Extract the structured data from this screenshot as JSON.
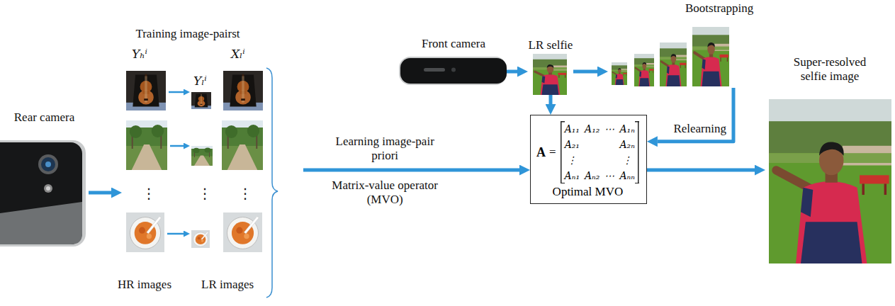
{
  "diagram": {
    "nodes": [
      {
        "text": [
          "Rear camera"
        ]
      },
      {
        "text": [
          "Training image-pairst"
        ]
      },
      {
        "text": [
          "Front camera"
        ]
      },
      {
        "text": [
          "LR selfie"
        ]
      },
      {
        "text": [
          "Bootstrapping"
        ]
      },
      {
        "text": [
          "A",
          "=",
          "A₁₁",
          "A₁₂",
          "⋯",
          "A₁ₙ",
          "A₂₁",
          "A₂ₙ",
          "⋮",
          "⋮",
          "Aₙ₁",
          "Aₙ₂",
          "⋯",
          "Aₙₙ",
          "Optimal MVO"
        ]
      },
      {
        "text": [
          "Super-resolved selfie image"
        ]
      }
    ],
    "edges": [
      {
        "from": 0,
        "to": 1,
        "arrow": "to"
      },
      {
        "from": 1,
        "to": 5,
        "arrow": "to",
        "label": "Learning image-pair priori"
      },
      {
        "from": 2,
        "to": 3,
        "arrow": "to"
      },
      {
        "from": 3,
        "to": 4,
        "arrow": "to"
      },
      {
        "from": 3,
        "to": 5,
        "arrow": "to"
      },
      {
        "from": 4,
        "to": 5,
        "arrow": "to",
        "label": "Relearning"
      },
      {
        "from": 5,
        "to": 6,
        "arrow": "to"
      }
    ],
    "labels": [
      "Yₕⁱ",
      "Yₗⁱ",
      "Xₗⁱ",
      "⋮",
      "⋮",
      "⋮",
      "HR images",
      "LR images",
      "Matrix-value operator (MVO)"
    ]
  }
}
